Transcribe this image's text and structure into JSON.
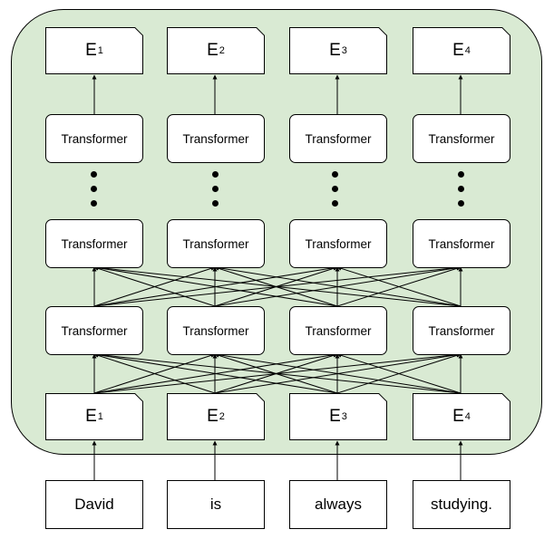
{
  "embeddings_top": [
    {
      "base": "E",
      "sub": "1"
    },
    {
      "base": "E",
      "sub": "2"
    },
    {
      "base": "E",
      "sub": "3"
    },
    {
      "base": "E",
      "sub": "4"
    }
  ],
  "transformer_label": "Transformer",
  "embeddings_bottom": [
    {
      "base": "E",
      "sub": "1"
    },
    {
      "base": "E",
      "sub": "2"
    },
    {
      "base": "E",
      "sub": "3"
    },
    {
      "base": "E",
      "sub": "4"
    }
  ],
  "words": [
    "David",
    "is",
    "always",
    "studying."
  ],
  "colors": {
    "panel_fill": "#d9ead3",
    "stroke": "#000000"
  }
}
